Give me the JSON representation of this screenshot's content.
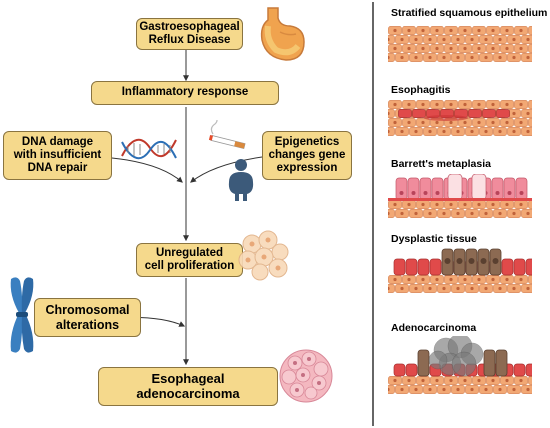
{
  "left_flow": {
    "gerd": [
      "Gastroesophageal",
      "Reflux Disease"
    ],
    "inflammatory": "Inflammatory response",
    "dna_damage": [
      "DNA damage",
      "with insufficient",
      "DNA repair"
    ],
    "epigenetics": [
      "Epigenetics",
      "changes gene",
      "expression"
    ],
    "unregulated": [
      "Unregulated",
      "cell proliferation"
    ],
    "chromosomal": [
      "Chromosomal",
      "alterations"
    ],
    "adenocarcinoma": [
      "Esophageal",
      "adenocarcinoma"
    ]
  },
  "right_panel": {
    "stratified": "Stratified squamous epithelium",
    "esophagitis": "Esophagitis",
    "barretts": "Barrett's metaplasia",
    "dysplastic": "Dysplastic tissue",
    "adenocarcinoma": "Adenocarcinoma"
  },
  "icons": [
    "stomach-icon",
    "dna-helix-icon",
    "cigarette-icon",
    "obese-person-icon",
    "cell-cluster-icon",
    "chromosome-icon",
    "tumor-icon"
  ],
  "colors": {
    "box_fill": "#f5d98c",
    "box_border": "#8a7440",
    "squamous_cell": "#f2a874",
    "inflamed_cell": "#e04a4a",
    "columnar_cell": "#f08c9c",
    "dysplastic_cell": "#8c6a52",
    "divider": "#333333"
  }
}
